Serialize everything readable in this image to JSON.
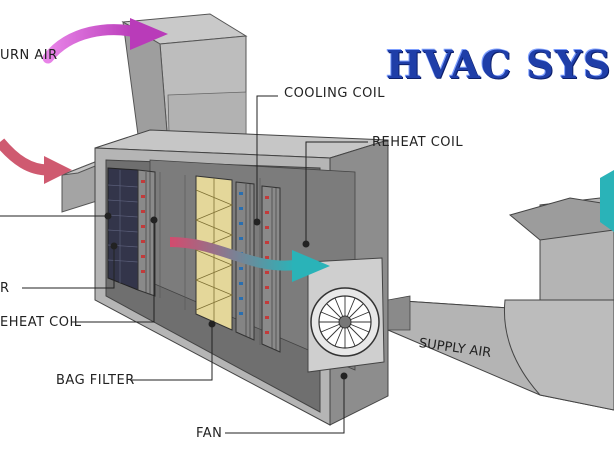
{
  "title": "HVAC SYS",
  "labels": {
    "return_air": "URN AIR",
    "cooling_coil": "COOLING COIL",
    "reheat_coil_top": "REHEAT COIL",
    "label_left_r": "R",
    "reheat_coil_left": "EHEAT COIL",
    "bag_filter": "BAG FILTER",
    "fan": "FAN",
    "supply_air": "SUPPLY AIR"
  },
  "colors": {
    "title": "#1f3ea8",
    "return_arrow": "#c449c4",
    "outside_arrow": "#cf5a70",
    "internal_arrow_start": "#d34b6e",
    "internal_arrow_end": "#2ab3b8",
    "supply_arrow": "#2ab3b8",
    "duct": "#a9a9a9"
  },
  "icons": {
    "fan": "centrifugal-fan-icon"
  }
}
